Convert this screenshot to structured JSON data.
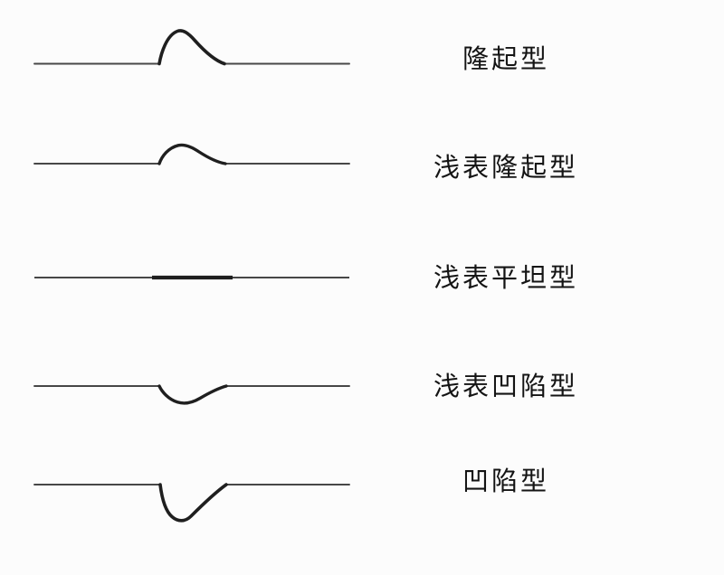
{
  "colors": {
    "background": "#fcfcfc",
    "baseline": "#444444",
    "lesion_stroke": "#1f1f1f",
    "text": "#141414"
  },
  "rows": [
    {
      "label": "隆起型",
      "shape": "protruded-bump"
    },
    {
      "label": "浅表隆起型",
      "shape": "superficial-elevated-bump"
    },
    {
      "label": "浅表平坦型",
      "shape": "superficial-flat-thick-segment"
    },
    {
      "label": "浅表凹陷型",
      "shape": "superficial-depressed-dip"
    },
    {
      "label": "凹陷型",
      "shape": "depressed-dip"
    }
  ]
}
